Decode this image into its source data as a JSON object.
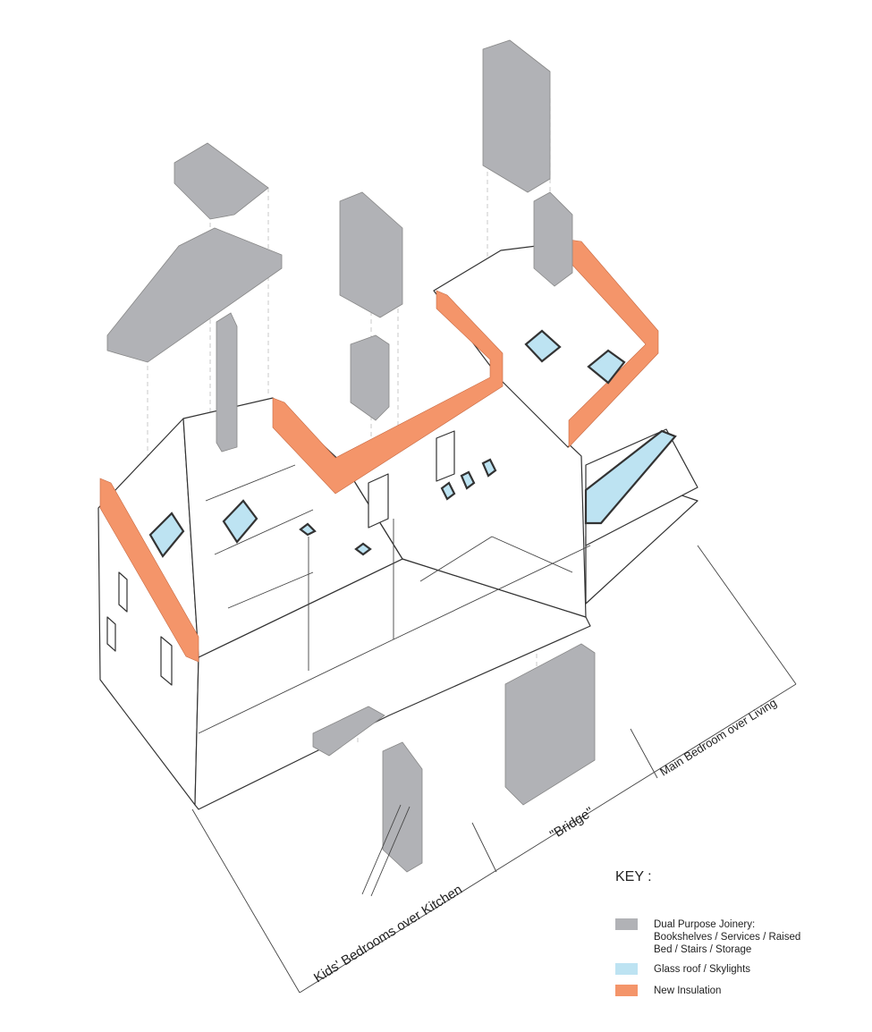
{
  "colors": {
    "joinery": "#b1b2b6",
    "glass": "#bde3f2",
    "insulation": "#f4956a"
  },
  "zones": {
    "kids": "Kids' Bedrooms over Kitchen",
    "bridge": "\"Bridge\"",
    "main": "Main Bedroom over Living"
  },
  "key": {
    "title": "KEY :",
    "items": [
      {
        "label_lines": [
          "Dual Purpose Joinery:",
          "Bookshelves / Services / Raised",
          "Bed / Stairs / Storage"
        ]
      },
      {
        "label_lines": [
          "Glass roof / Skylights"
        ]
      },
      {
        "label_lines": [
          "New Insulation"
        ]
      }
    ]
  }
}
